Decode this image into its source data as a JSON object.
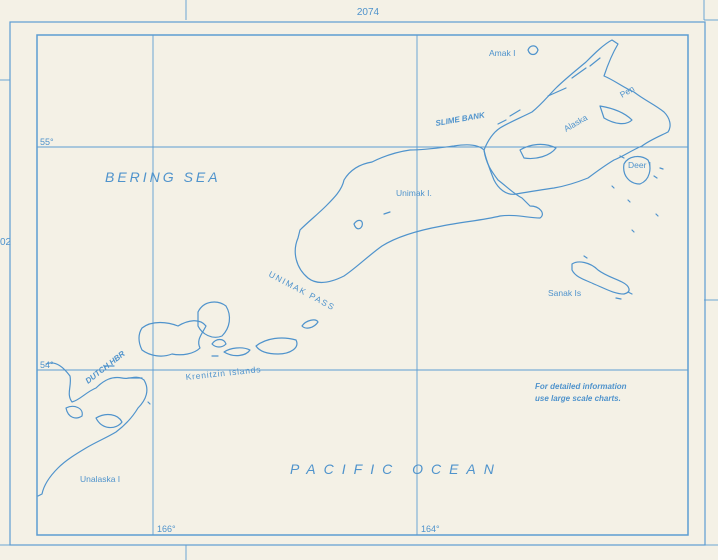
{
  "sheet_number": "2074",
  "side_number": "02",
  "latitudes": {
    "lat_55": "55°",
    "lat_54": "54°"
  },
  "longitudes": {
    "lon_166": "166°",
    "lon_164": "164°"
  },
  "water": {
    "bering_sea": "BERING SEA",
    "pacific_ocean": "PACIFIC OCEAN",
    "unimak_pass": "UNIMAK PASS"
  },
  "places": {
    "amak": "Amak I",
    "alaska_pen": "Alaska",
    "pen": "Pen",
    "slime_bank": "SLIME BANK",
    "deer": "Deer I",
    "unimak": "Unimak I.",
    "sanak": "Sanak Is",
    "krenitzin": "Krenitzin Islands",
    "dutch_hbr": "DUTCH HBR",
    "unalaska": "Unalaska I"
  },
  "note": {
    "line1": "For detailed information",
    "line2": "use large scale charts."
  },
  "colors": {
    "ink": "#4f93cc",
    "paper": "#f4f1e6"
  }
}
